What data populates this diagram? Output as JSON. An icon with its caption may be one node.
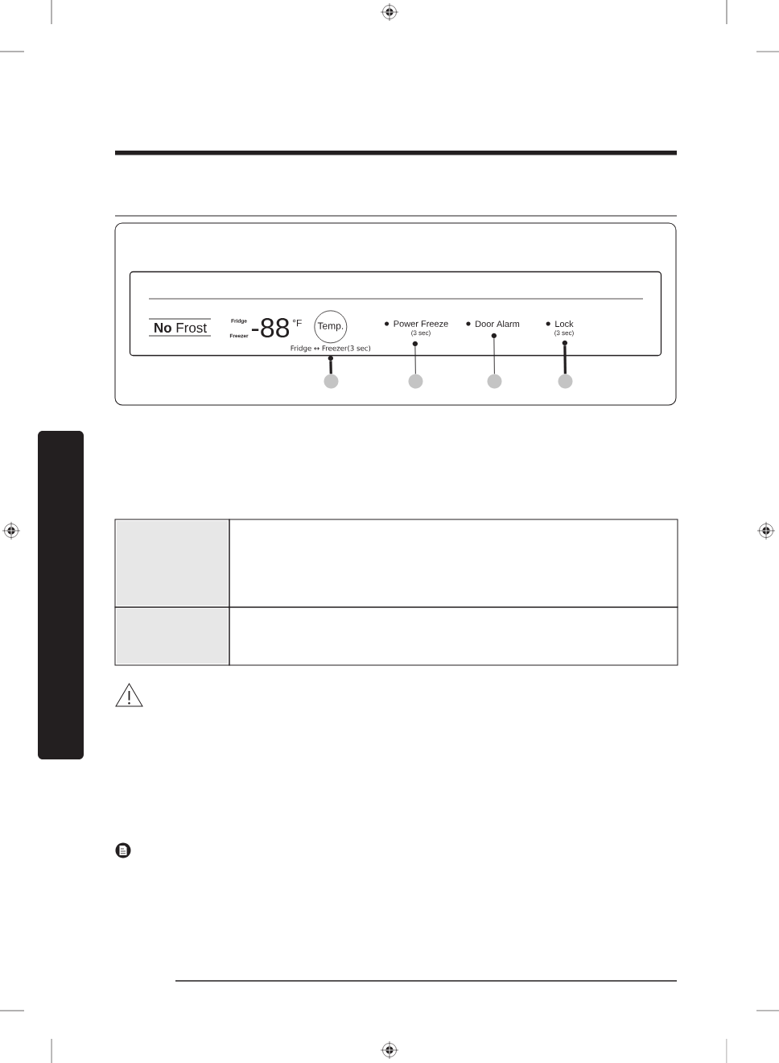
{
  "diagram": {
    "nodes": [
      {
        "text": [],
        "shape": "box"
      },
      {
        "text": [],
        "shape": "box",
        "in": 0
      },
      {
        "text": [
          "Temp."
        ],
        "beside": [
          "Fridge ↔ Freezer(3 sec)"
        ],
        "in": 1
      },
      {
        "text": [],
        "shape": "circle",
        "in": 1
      },
      {
        "text": [],
        "shape": "circle",
        "in": 1
      },
      {
        "text": [],
        "shape": "circle",
        "in": 1
      },
      {
        "text": [],
        "shape": "circle",
        "in": 1
      },
      {
        "text": [],
        "shape": "circle",
        "in": 0
      },
      {
        "text": [],
        "shape": "circle",
        "in": 0
      },
      {
        "text": [],
        "shape": "circle",
        "in": 0
      },
      {
        "text": [],
        "shape": "circle",
        "in": 0
      },
      {
        "text": [],
        "shape": "box"
      }
    ],
    "edges": [
      {
        "from": 7,
        "to": 3,
        "arrow": "none",
        "style": "thick"
      },
      {
        "from": 8,
        "to": 4,
        "arrow": "none"
      },
      {
        "from": 9,
        "to": 5,
        "arrow": "none"
      },
      {
        "from": 10,
        "to": 6,
        "arrow": "none",
        "style": "thick"
      }
    ],
    "labels": [
      "**No** Frost",
      "Fridge",
      "Freezer",
      "-88",
      "°F",
      "Power Freeze",
      "(3 sec)",
      "Door Alarm",
      "Lock",
      "(3 sec)"
    ]
  }
}
